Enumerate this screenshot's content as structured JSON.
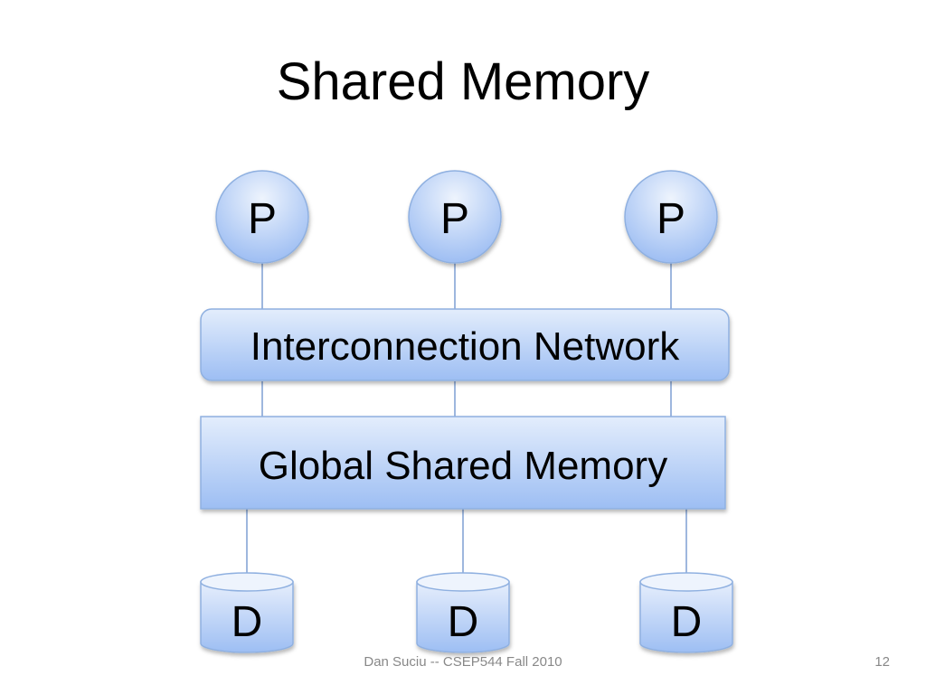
{
  "slide": {
    "title": "Shared Memory",
    "footer": "Dan Suciu -- CSEP544 Fall 2010",
    "page_number": "12"
  },
  "diagram": {
    "processors": [
      {
        "label": "P"
      },
      {
        "label": "P"
      },
      {
        "label": "P"
      }
    ],
    "network": {
      "label": "Interconnection Network"
    },
    "memory": {
      "label": "Global Shared Memory"
    },
    "disks": [
      {
        "label": "D"
      },
      {
        "label": "D"
      },
      {
        "label": "D"
      }
    ]
  },
  "colors": {
    "fill_top": "#dde9fb",
    "fill_bottom": "#9fc0f4",
    "stroke": "#8fb0e0",
    "connector": "#7d9fd3"
  }
}
